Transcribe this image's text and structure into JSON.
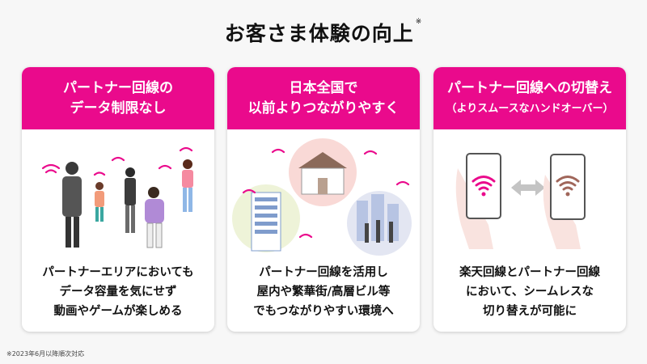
{
  "title": "お客さま体験の向上",
  "title_mark": "※",
  "cards": [
    {
      "head": [
        "パートナー回線の",
        "データ制限なし"
      ],
      "body": [
        "パートナーエリアにおいても",
        "データ容量を気にせず",
        "動画やゲームが楽しめる"
      ]
    },
    {
      "head": [
        "日本全国で",
        "以前よりつながりやすく"
      ],
      "body": [
        "パートナー回線を活用し",
        "屋内や繁華街/高層ビル等",
        "でもつながりやすい環境へ"
      ]
    },
    {
      "head": [
        "パートナー回線への切替え",
        "（よりスムースなハンドオーバー）"
      ],
      "body": [
        "楽天回線とパートナー回線",
        "において、シームレスな",
        "切り替えが可能に"
      ]
    }
  ],
  "footnote": "※2023年6月以降順次対応",
  "colors": {
    "accent": "#ea0a8c",
    "partner_wifi": "#a0665a"
  }
}
